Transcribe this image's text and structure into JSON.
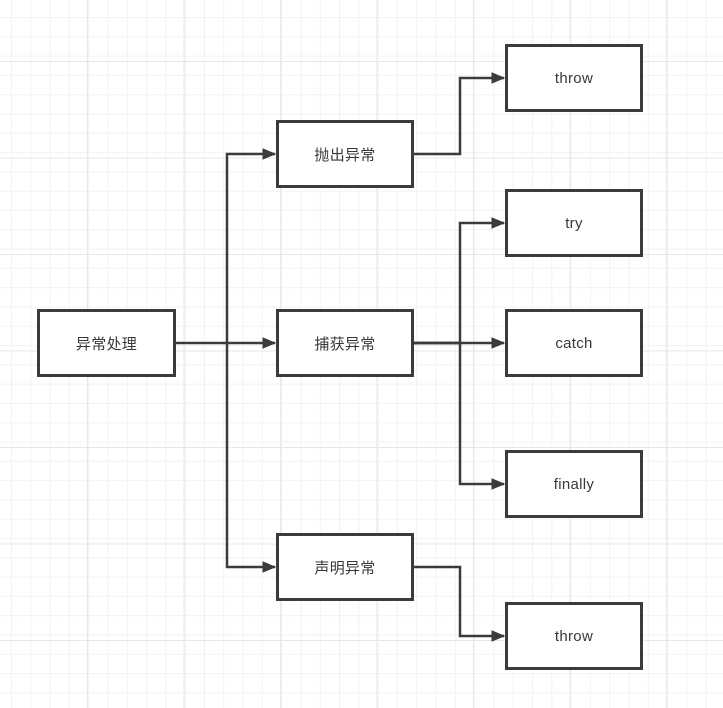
{
  "diagram": {
    "type": "flowchart",
    "colors": {
      "background": "#ffffff",
      "grid_minor": "#f2f2f5",
      "grid_major": "#e7e7eb",
      "node_border": "#3b3b3b",
      "node_fill": "#ffffff",
      "text": "#383838",
      "connector": "#3b3b3b"
    },
    "nodes": {
      "root": {
        "label": "异常处理"
      },
      "branch_throw": {
        "label": "抛出异常"
      },
      "branch_catch": {
        "label": "捕获异常"
      },
      "branch_declare": {
        "label": "声明异常"
      },
      "leaf_throw_top": {
        "label": "throw"
      },
      "leaf_try": {
        "label": "try"
      },
      "leaf_catch": {
        "label": "catch"
      },
      "leaf_finally": {
        "label": "finally"
      },
      "leaf_throw_bottom": {
        "label": "throw"
      }
    },
    "edges": [
      {
        "from": "异常处理",
        "to": "抛出异常"
      },
      {
        "from": "异常处理",
        "to": "捕获异常"
      },
      {
        "from": "异常处理",
        "to": "声明异常"
      },
      {
        "from": "抛出异常",
        "to": "throw"
      },
      {
        "from": "捕获异常",
        "to": "try"
      },
      {
        "from": "捕获异常",
        "to": "catch"
      },
      {
        "from": "捕获异常",
        "to": "finally"
      },
      {
        "from": "声明异常",
        "to": "throw"
      }
    ]
  }
}
